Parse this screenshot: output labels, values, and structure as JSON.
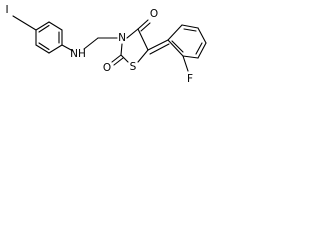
{
  "molecule": {
    "atoms": {
      "iodine": "I",
      "amine_nh": "NH",
      "ring_n": "N",
      "ring_s": "S",
      "oxo_top": "O",
      "oxo_bottom": "O",
      "fluorine": "F"
    }
  }
}
